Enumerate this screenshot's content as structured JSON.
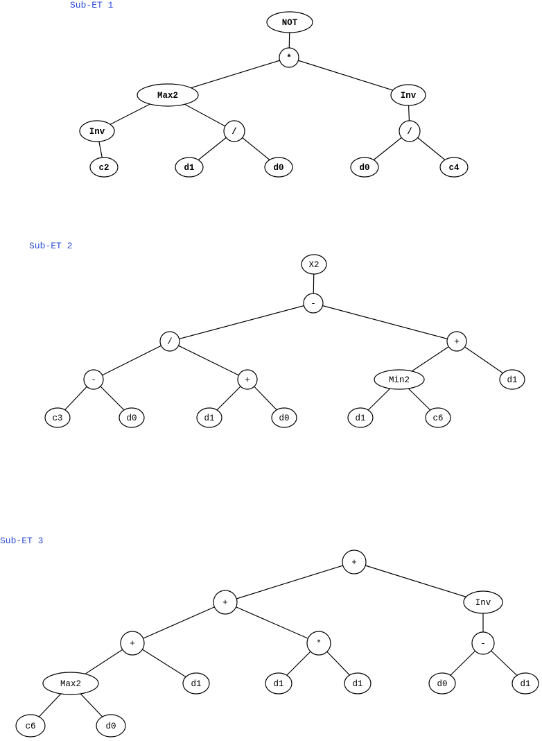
{
  "trees": [
    {
      "title": "Sub-ET 1",
      "bold": true,
      "nodes": [
        {
          "id": "n0",
          "label": "NOT",
          "parent": null
        },
        {
          "id": "n1",
          "label": "*",
          "parent": "n0"
        },
        {
          "id": "n2",
          "label": "Max2",
          "parent": "n1"
        },
        {
          "id": "n3",
          "label": "Inv",
          "parent": "n1"
        },
        {
          "id": "n4",
          "label": "Inv",
          "parent": "n2"
        },
        {
          "id": "n5",
          "label": "/",
          "parent": "n2"
        },
        {
          "id": "n6",
          "label": "c2",
          "parent": "n4"
        },
        {
          "id": "n7",
          "label": "d1",
          "parent": "n5"
        },
        {
          "id": "n8",
          "label": "d0",
          "parent": "n5"
        },
        {
          "id": "n9",
          "label": "/",
          "parent": "n3"
        },
        {
          "id": "n10",
          "label": "d0",
          "parent": "n9"
        },
        {
          "id": "n11",
          "label": "c4",
          "parent": "n9"
        }
      ]
    },
    {
      "title": "Sub-ET 2",
      "bold": false,
      "nodes": [
        {
          "id": "n0",
          "label": "X2",
          "parent": null
        },
        {
          "id": "n1",
          "label": "-",
          "parent": "n0"
        },
        {
          "id": "n2",
          "label": "/",
          "parent": "n1"
        },
        {
          "id": "n3",
          "label": "+",
          "parent": "n1"
        },
        {
          "id": "n4",
          "label": "-",
          "parent": "n2"
        },
        {
          "id": "n5",
          "label": "+",
          "parent": "n2"
        },
        {
          "id": "n6",
          "label": "c3",
          "parent": "n4"
        },
        {
          "id": "n7",
          "label": "d0",
          "parent": "n4"
        },
        {
          "id": "n8",
          "label": "d1",
          "parent": "n5"
        },
        {
          "id": "n9",
          "label": "d0",
          "parent": "n5"
        },
        {
          "id": "n10",
          "label": "Min2",
          "parent": "n3"
        },
        {
          "id": "n11",
          "label": "d1",
          "parent": "n3"
        },
        {
          "id": "n12",
          "label": "d1",
          "parent": "n10"
        },
        {
          "id": "n13",
          "label": "c6",
          "parent": "n10"
        }
      ]
    },
    {
      "title": "Sub-ET 3",
      "bold": false,
      "nodes": [
        {
          "id": "n0",
          "label": "+",
          "parent": null
        },
        {
          "id": "n1",
          "label": "+",
          "parent": "n0"
        },
        {
          "id": "n2",
          "label": "Inv",
          "parent": "n0"
        },
        {
          "id": "n3",
          "label": "+",
          "parent": "n1"
        },
        {
          "id": "n4",
          "label": "*",
          "parent": "n1"
        },
        {
          "id": "n5",
          "label": "-",
          "parent": "n2"
        },
        {
          "id": "n6",
          "label": "Max2",
          "parent": "n3"
        },
        {
          "id": "n7",
          "label": "d1",
          "parent": "n3"
        },
        {
          "id": "n8",
          "label": "d1",
          "parent": "n4"
        },
        {
          "id": "n9",
          "label": "d1",
          "parent": "n4"
        },
        {
          "id": "n10",
          "label": "d0",
          "parent": "n5"
        },
        {
          "id": "n11",
          "label": "d1",
          "parent": "n5"
        },
        {
          "id": "n12",
          "label": "c6",
          "parent": "n6"
        },
        {
          "id": "n13",
          "label": "d0",
          "parent": "n6"
        }
      ]
    }
  ]
}
